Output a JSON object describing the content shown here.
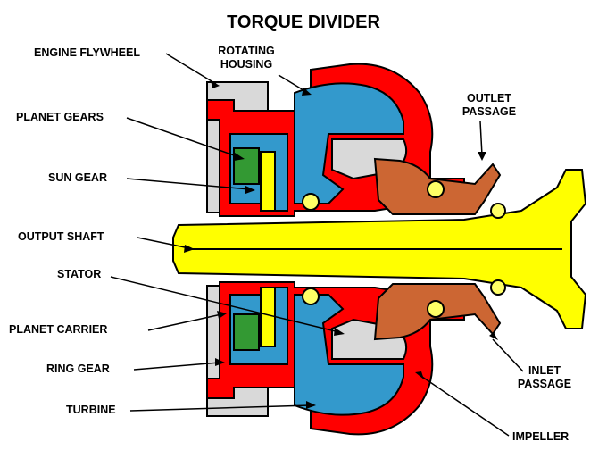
{
  "title": "TORQUE DIVIDER",
  "labels": {
    "engine_flywheel": "ENGINE FLYWHEEL",
    "planet_gears": "PLANET GEARS",
    "sun_gear": "SUN GEAR",
    "output_shaft": "OUTPUT SHAFT",
    "stator": "STATOR",
    "planet_carrier": "PLANET CARRIER",
    "ring_gear": "RING GEAR",
    "turbine": "TURBINE",
    "rotating_housing_1": "ROTATING",
    "rotating_housing_2": "HOUSING",
    "outlet_passage_1": "OUTLET",
    "outlet_passage_2": "PASSAGE",
    "inlet_passage_1": "INLET",
    "inlet_passage_2": "PASSAGE",
    "impeller": "IMPELLER"
  },
  "colors": {
    "housing": "#ff0000",
    "turbine": "#3399cc",
    "shaft": "#ffff00",
    "stator": "#cc6633",
    "planet_gears": "#339933",
    "flywheel": "#d9d9d9",
    "outline": "#000000"
  }
}
